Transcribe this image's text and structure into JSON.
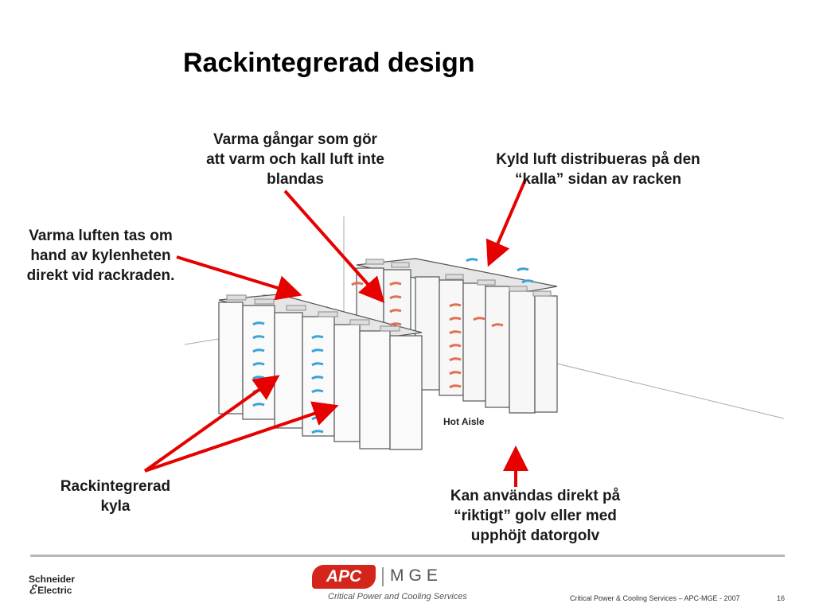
{
  "slide": {
    "title": "Rackintegrerad design",
    "callouts": {
      "top_center": "Varma gångar som gör att varm och kall luft inte blandas",
      "top_right": "Kyld luft distribueras på den “kalla” sidan av racken",
      "left": "Varma luften tas om hand av kylenheten direkt vid rackraden.",
      "bottom_left": "Rackintegrerad kyla",
      "bottom_right": "Kan användas direkt på “riktigt” golv eller med upphöjt datorgolv"
    },
    "diagram_label": "Hot Aisle"
  },
  "footer": {
    "schneider_line1": "Schneider",
    "schneider_line2": "Electric",
    "apc": "APC",
    "mge": "MGE",
    "tagline": "Critical Power and Cooling Services",
    "text": "Critical Power & Cooling Services – APC-MGE - 2007",
    "page": "16"
  },
  "colors": {
    "arrow_red": "#e60000",
    "cold_air": "#3aa3d8",
    "hot_air": "#e07050",
    "rack_outline": "#555555",
    "rule": "#b8b8b8"
  }
}
